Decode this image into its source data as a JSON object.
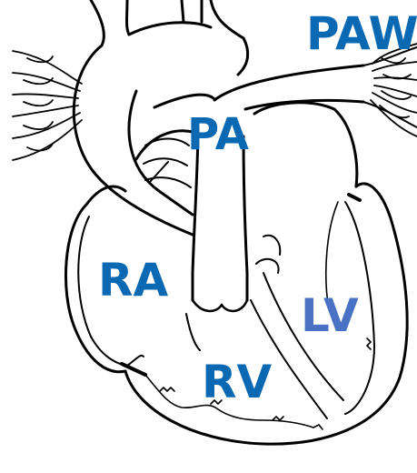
{
  "labels": {
    "paw": "PAW",
    "pa": "PA",
    "ra": "RA",
    "lv": "LV",
    "rv": "RV"
  },
  "colors": {
    "label_main": "#0B68B3",
    "label_lv": "#4A72C4",
    "outline": "#000000",
    "background": "#FFFFFF"
  }
}
